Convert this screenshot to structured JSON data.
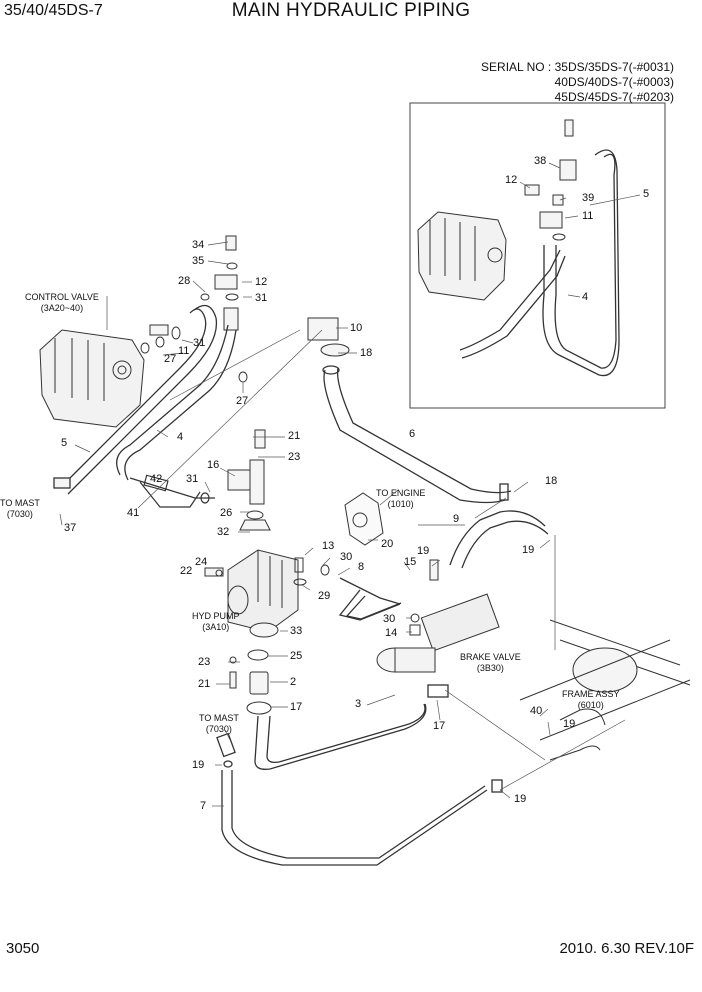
{
  "header": {
    "model": "35/40/45DS-7",
    "title": "MAIN HYDRAULIC PIPING"
  },
  "serial": {
    "line1": "SERIAL NO : 35DS/35DS-7(-#0031)",
    "line2": "40DS/40DS-7(-#0003)",
    "line3": "45DS/45DS-7(-#0203)"
  },
  "callouts": {
    "control_valve": "CONTROL VALVE",
    "control_valve_ref": "(3A20~40)",
    "to_mast_1": "TO MAST",
    "to_mast_1_ref": "(7030)",
    "to_engine": "TO ENGINE",
    "to_engine_ref": "(1010)",
    "hyd_pump": "HYD PUMP",
    "hyd_pump_ref": "(3A10)",
    "brake_valve": "BRAKE VALVE",
    "brake_valve_ref": "(3B30)",
    "frame_assy": "FRAME ASSY",
    "frame_assy_ref": "(6010)",
    "to_mast_2": "TO MAST",
    "to_mast_2_ref": "(7030)"
  },
  "part_numbers": {
    "p38": "38",
    "p12a": "12",
    "p39": "39",
    "p11a": "11",
    "p5a": "5",
    "p4a": "4",
    "p34": "34",
    "p35": "35",
    "p28": "28",
    "p12b": "12",
    "p31a": "31",
    "p10": "10",
    "p18a": "18",
    "p31b": "31",
    "p11b": "11",
    "p27a": "27",
    "p27b": "27",
    "p5b": "5",
    "p4b": "4",
    "p37": "37",
    "p21a": "21",
    "p23a": "23",
    "p16": "16",
    "p31c": "31",
    "p42": "42",
    "p41": "41",
    "p26": "26",
    "p32": "32",
    "p6": "6",
    "p18b": "18",
    "p9": "9",
    "p20": "20",
    "p13": "13",
    "p30a": "30",
    "p8": "8",
    "p29": "29",
    "p24": "24",
    "p22": "22",
    "p15": "15",
    "p19a": "19",
    "p19b": "19",
    "p30b": "30",
    "p14": "14",
    "p33": "33",
    "p25": "25",
    "p23b": "23",
    "p2": "2",
    "p21b": "21",
    "p17a": "17",
    "p3": "3",
    "p17b": "17",
    "p40": "40",
    "p19c": "19",
    "p19d": "19",
    "p19e": "19",
    "p7": "7"
  },
  "footer": {
    "page": "3050",
    "revision": "2010. 6.30  REV.10F"
  }
}
